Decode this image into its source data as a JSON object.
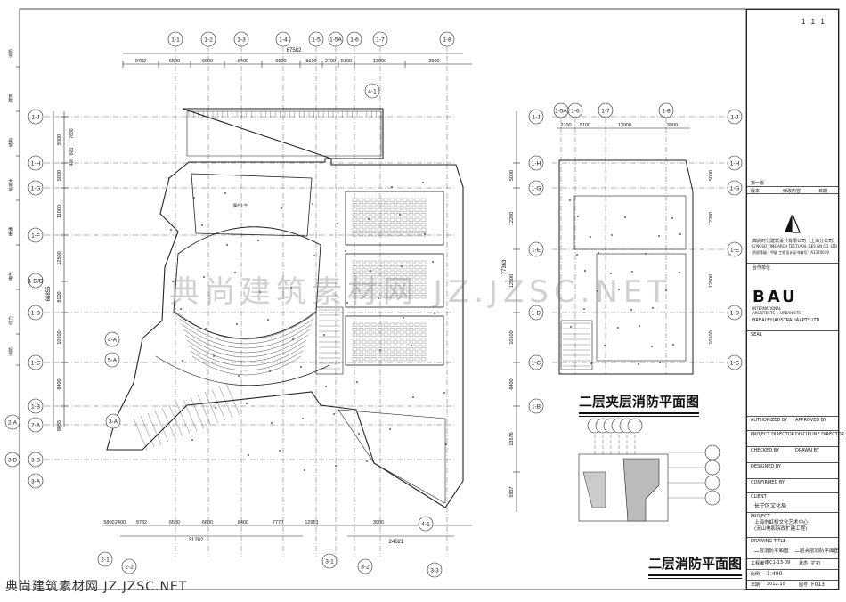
{
  "page_number": "1 1 1",
  "titles": {
    "mezzanine_plan": "二层夹层消防平面图",
    "second_floor_plan": "二层消防平面图"
  },
  "watermark": "典尚建筑素材网 JZ.JZSC.NET",
  "watermark_bottom": "典尚建筑素材网 JZ.JZSC.NET",
  "top_axes": [
    "1-1",
    "1-2",
    "1-3",
    "1-4",
    "1-5",
    "1-5A",
    "1-6",
    "1-7",
    "1-8"
  ],
  "top_dims": [
    "9782",
    "6500",
    "6600",
    "8400",
    "6500",
    "5100",
    "2700",
    "5100",
    "13000",
    "3900"
  ],
  "top_total": "67582",
  "left_axes": [
    "1-J",
    "1-H",
    "1-G",
    "1-F",
    "1-D",
    "1-C",
    "1-B",
    "2-A",
    "3-B"
  ],
  "left_dims": [
    "9000",
    "5000",
    "11000",
    "12500",
    "8100",
    "10100",
    "8400",
    "8855"
  ],
  "left_total": "66855",
  "left_sub_dims": [
    "7600",
    "600",
    "400"
  ],
  "right_axes": [
    "1-J",
    "1-H",
    "1-G",
    "1-E",
    "1-D",
    "1-C",
    "1-B"
  ],
  "right_dims": [
    "5000",
    "12200",
    "12500",
    "10100",
    "8400",
    "13576",
    "5937"
  ],
  "right_total": "77363",
  "bottom_dims": [
    "5800",
    "2400",
    "9782",
    "6500",
    "6600",
    "8400",
    "7770",
    "12951",
    "3900"
  ],
  "bottom_totals": [
    "31282",
    "24621"
  ],
  "bottom_axes": [
    "2-1",
    "2-2",
    "3-1",
    "3-2",
    "3-3"
  ],
  "mezz_top_axes": [
    "1-5A",
    "1-6",
    "1-7",
    "1-8"
  ],
  "mezz_top_dims": [
    "2700",
    "5100",
    "13000",
    "3900"
  ],
  "mezz_right_axes": [
    "1-J",
    "1-H",
    "1-G",
    "1-E",
    "1-D",
    "1-C"
  ],
  "mezz_right_dims": [
    "5000",
    "12200",
    "12500",
    "10100"
  ],
  "callouts": [
    "4-1",
    "4-A",
    "5-A",
    "3-A",
    "4-1"
  ],
  "side_labels": [
    "消防",
    "建筑",
    "结构",
    "给排水",
    "暖通",
    "电气",
    "动力",
    "消防"
  ],
  "title_block": {
    "rev_header": "第一版",
    "rev_cols": [
      "版本",
      "修改内容",
      "日期"
    ],
    "company_cn": "典尚时代建筑设计有限公司（上海分公司）",
    "company_en": "G'NOSO TIME ARCH TECTURAL DES GN CO.,LTD",
    "license": "资质等级：甲级    工程设计证书编号：A1370039",
    "partner_label": "合作单位",
    "partner_logo": "BAU",
    "partner_sub": "INTERNATIONAL\nARCHITECTS + URBANISTS",
    "partner_name": "BREALEY(AUSTRALIA) PTY LTD",
    "seal": "SEAL",
    "roles": [
      "AUTHORIZED BY",
      "APPROVED BY",
      "PROJECT DIRECTOR",
      "DISCIPLINE DIRECTOR",
      "CHECKED BY",
      "DRAWN BY",
      "DESIGNED BY",
      "CONFIRMED BY"
    ],
    "client_label": "CLIENT",
    "client": "长宁区文化局",
    "project_label": "PROJECT",
    "project": "上海市虹桥文化艺术中心\n(天山电影院改扩建工程)",
    "drawing_title_label": "DRAWING TITLE",
    "drawing_title": "二层消防平面图    二层夹层消防平面图",
    "job_no_label": "工程编号",
    "job_no": "SC1-13-09",
    "status_label": "状态",
    "status": "扩初",
    "scale_label": "比例",
    "scale": "1:400",
    "date_label": "日期",
    "date": "2012.10",
    "dwg_no_label": "图号",
    "dwg_no": "F013"
  }
}
